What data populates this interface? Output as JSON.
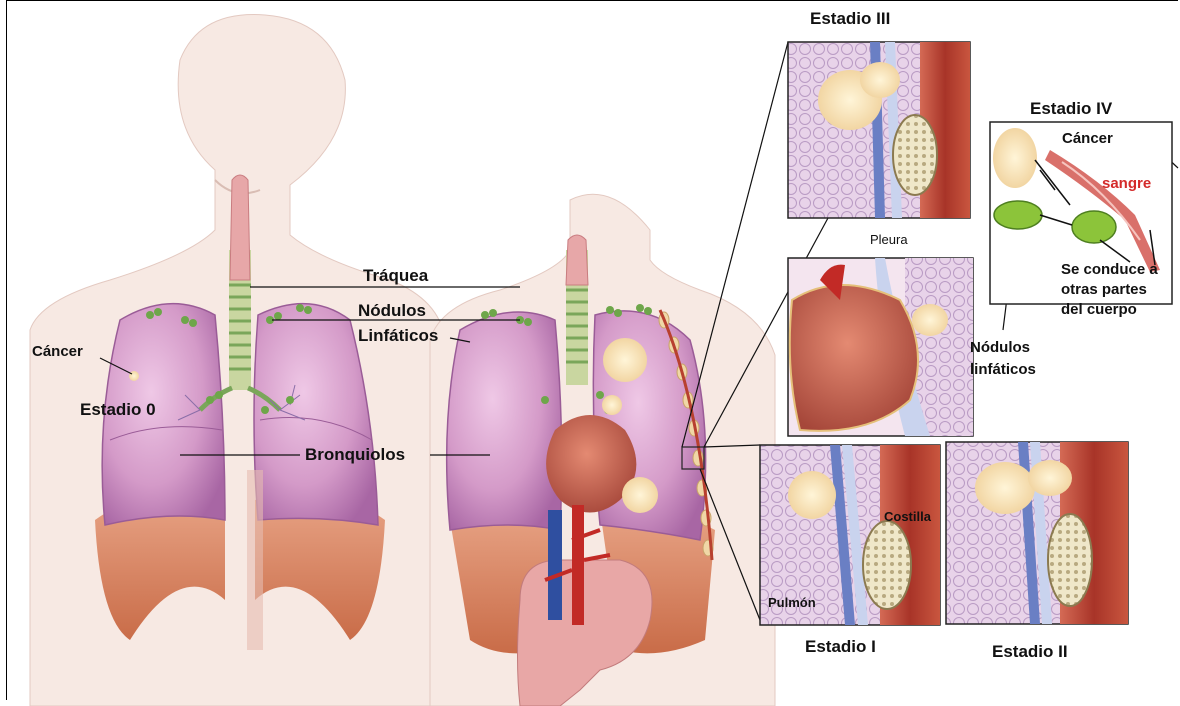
{
  "labels": {
    "estadio_0": "Estadio 0",
    "estadio_1": "Estadio I",
    "estadio_2": "Estadio II",
    "estadio_3": "Estadio III",
    "estadio_4": "Estadio IV",
    "traquea": "Tráquea",
    "nodulos": "Nódulos",
    "linfaticos": "Linfáticos",
    "bronquiolos": "Bronquiolos",
    "cancer_left": "Cáncer",
    "pleura": "Pleura",
    "costilla": "Costilla",
    "pulmon": "Pulmón",
    "cancer_iv": "Cáncer",
    "sangre": "sangre",
    "se_conduce_1": "Se conduce a",
    "se_conduce_2": "otras partes",
    "se_conduce_3": "del cuerpo",
    "nodulos_linf_1": "Nódulos",
    "nodulos_linf_2": "linfáticos"
  },
  "colors": {
    "lung": "#d49ac8",
    "lung_dark": "#a866a4",
    "diaphragm": "#d98a66",
    "trachea": "#e7a7a8",
    "skin": "#f7e9e3",
    "tumor": "#f4d9a8",
    "lymph": "#6ea64a",
    "tissue": "#e6cce6",
    "muscle": "#c0493b",
    "bone": "#f1ead0",
    "blood": "#d42b2b"
  }
}
